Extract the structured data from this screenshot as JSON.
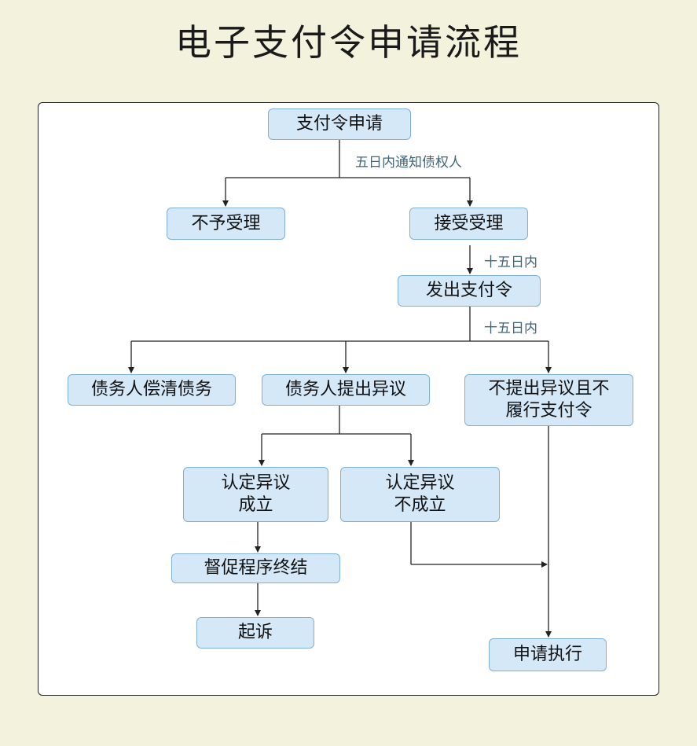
{
  "title": "电子支付令申请流程",
  "nodes": {
    "apply": "支付令申请",
    "reject": "不予受理",
    "accept": "接受受理",
    "issue": "发出支付令",
    "repay": "债务人偿清债务",
    "objection": "债务人提出异议",
    "no_objection": "不提出异议且不\n履行支付令",
    "objection_valid": "认定异议\n成立",
    "objection_invalid": "认定异议\n不成立",
    "terminate": "督促程序终结",
    "sue": "起诉",
    "enforce": "申请执行"
  },
  "notes": {
    "notify": "五日内通知债权人",
    "within15_a": "十五日内",
    "within15_b": "十五日内"
  }
}
